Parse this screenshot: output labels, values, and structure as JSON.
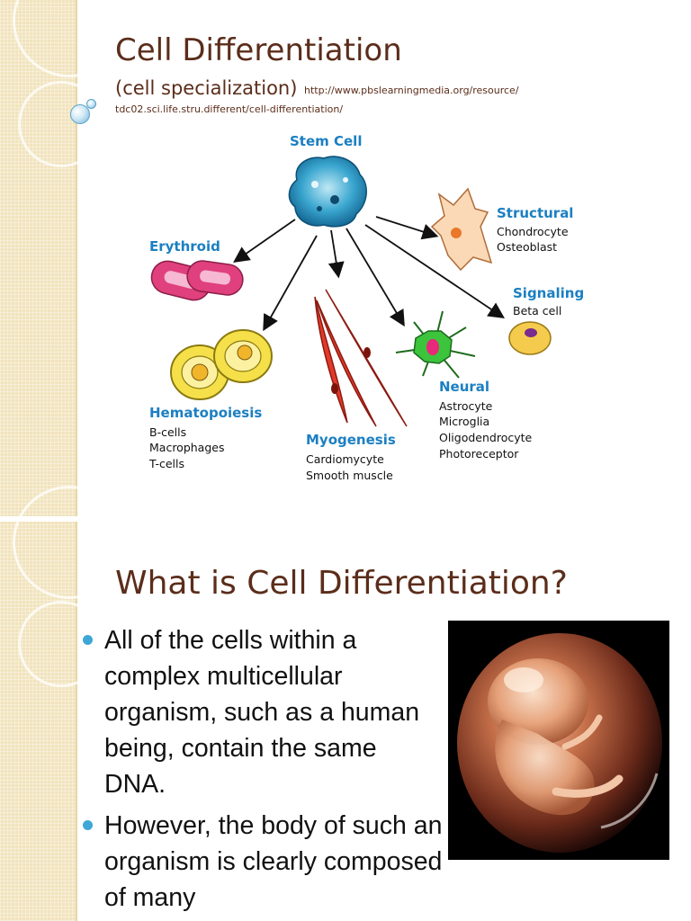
{
  "slide1": {
    "title": "Cell Differentiation",
    "subtitle": "(cell specialization)",
    "url_line1": "http://www.pbslearningmedia.org/resource/",
    "url_line2": "tdc02.sci.life.stru.different/cell-differentiation/",
    "diagram": {
      "stem_cell": "Stem Cell",
      "erythroid": "Erythroid",
      "structural": {
        "title": "Structural",
        "items": [
          "Chondrocyte",
          "Osteoblast"
        ]
      },
      "signaling": {
        "title": "Signaling",
        "items": [
          "Beta cell"
        ]
      },
      "neural": {
        "title": "Neural",
        "items": [
          "Astrocyte",
          "Microglia",
          "Oligodendrocyte",
          "Photoreceptor"
        ]
      },
      "hematopoiesis": {
        "title": "Hematopoiesis",
        "items": [
          "B-cells",
          "Macrophages",
          "T-cells"
        ]
      },
      "myogenesis": {
        "title": "Myogenesis",
        "items": [
          "Cardiomycyte",
          "Smooth muscle"
        ]
      }
    }
  },
  "slide2": {
    "title": "What is Cell Differentiation?",
    "bullets": [
      "All of the cells within a complex multicellular organism, such as a human being, contain the same DNA.",
      "However, the body of such an organism is clearly composed of many"
    ]
  },
  "colors": {
    "title": "#5b2d1a",
    "accent_blue": "#1b7fc2",
    "bullet": "#3fa7d6",
    "sidebar": "#f1e3bd"
  }
}
